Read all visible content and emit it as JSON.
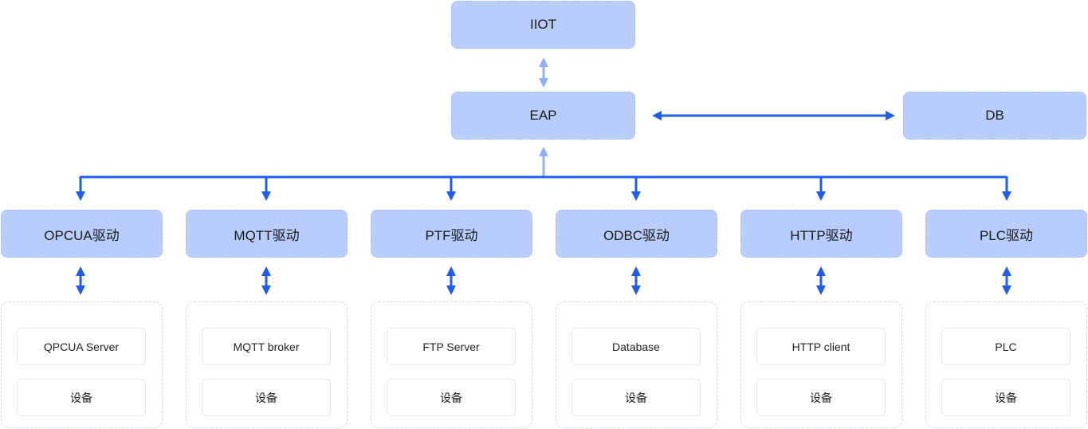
{
  "top_nodes": {
    "iiot": "IIOT",
    "eap": "EAP",
    "db": "DB"
  },
  "drivers": [
    {
      "label": "OPCUA驱动",
      "server": "QPCUA Server",
      "device": "设备"
    },
    {
      "label": "MQTT驱动",
      "server": "MQTT broker",
      "device": "设备"
    },
    {
      "label": "PTF驱动",
      "server": "FTP Server",
      "device": "设备"
    },
    {
      "label": "ODBC驱动",
      "server": "Database",
      "device": "设备"
    },
    {
      "label": "HTTP驱动",
      "server": "HTTP client",
      "device": "设备"
    },
    {
      "label": "PLC驱动",
      "server": "PLC",
      "device": "设备"
    }
  ],
  "colors": {
    "node_fill": "#b8cdfb",
    "connector": "#1f5cf0",
    "connector_light": "#8fb0fa"
  }
}
